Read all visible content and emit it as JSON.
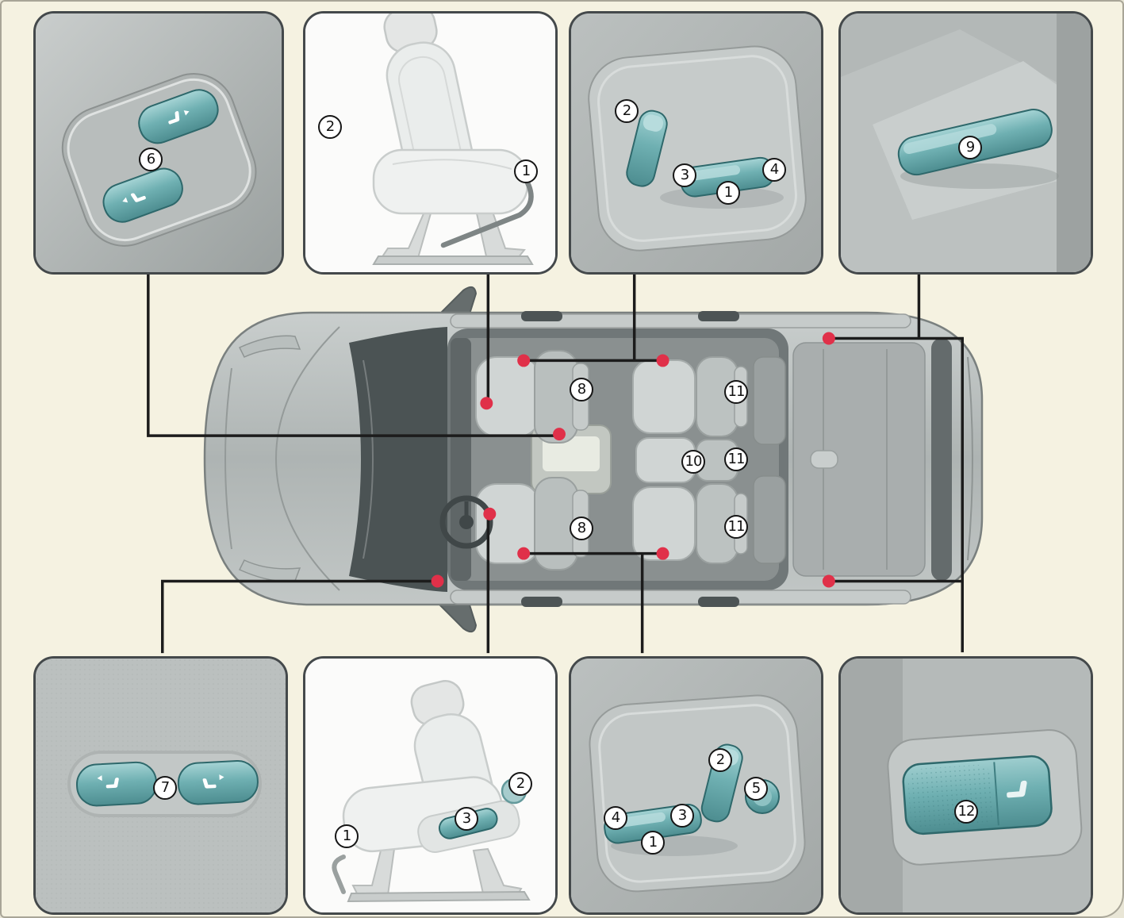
{
  "colors": {
    "background": "#f5f2e1",
    "panel_border": "#44494b",
    "switch_teal": "#6fb0b2",
    "switch_teal_dark": "#4d8d90",
    "callout_dot_red": "#e03049",
    "connector_line": "#1c1c1c"
  },
  "icons": {
    "overhead_top_button": "seat-backrest-fold-arrow-icon",
    "overhead_bottom_button": "seat-cushion-fold-arrow-icon",
    "walkin_left_button": "seat-fold-forward-icon",
    "walkin_right_button": "seat-unfold-icon",
    "relax_switch": "seat-recline-icon"
  },
  "panels": {
    "overhead_console": {
      "callouts": [
        "6"
      ]
    },
    "front_seat_top": {
      "callouts": [
        "2",
        "1"
      ]
    },
    "door_switches_top": {
      "callouts": [
        "2",
        "3",
        "1",
        "4"
      ]
    },
    "armrest_switch_top": {
      "callouts": [
        "9"
      ]
    },
    "walkin_buttons": {
      "callouts": [
        "7"
      ]
    },
    "front_seat_bottom": {
      "callouts": [
        "1",
        "3",
        "2"
      ]
    },
    "door_switches_bottom": {
      "callouts": [
        "2",
        "5",
        "4",
        "3",
        "1"
      ]
    },
    "armrest_switch_bottom": {
      "callouts": [
        "12"
      ]
    }
  },
  "car": {
    "callouts": [
      "8",
      "11",
      "10",
      "11",
      "8",
      "11"
    ]
  }
}
